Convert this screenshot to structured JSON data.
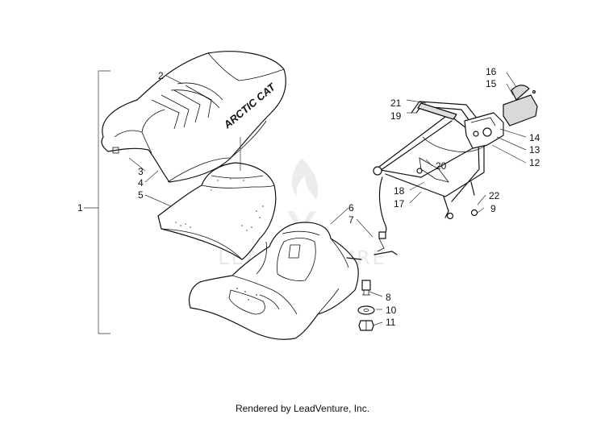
{
  "diagram": {
    "seat_logo_text": "ARCTIC CAT",
    "watermark_text": "LEADVENTURE",
    "footer_text": "Rendered by LeadVenture, Inc.",
    "callouts": {
      "c1": "1",
      "c2": "2",
      "c3": "3",
      "c4": "4",
      "c5": "5",
      "c6": "6",
      "c7": "7",
      "c8": "8",
      "c9": "9",
      "c10": "10",
      "c11": "11",
      "c12": "12",
      "c13": "13",
      "c14": "14",
      "c15": "15",
      "c16": "16",
      "c17": "17",
      "c18": "18",
      "c19": "19",
      "c20": "20",
      "c21": "21",
      "c22": "22"
    }
  }
}
